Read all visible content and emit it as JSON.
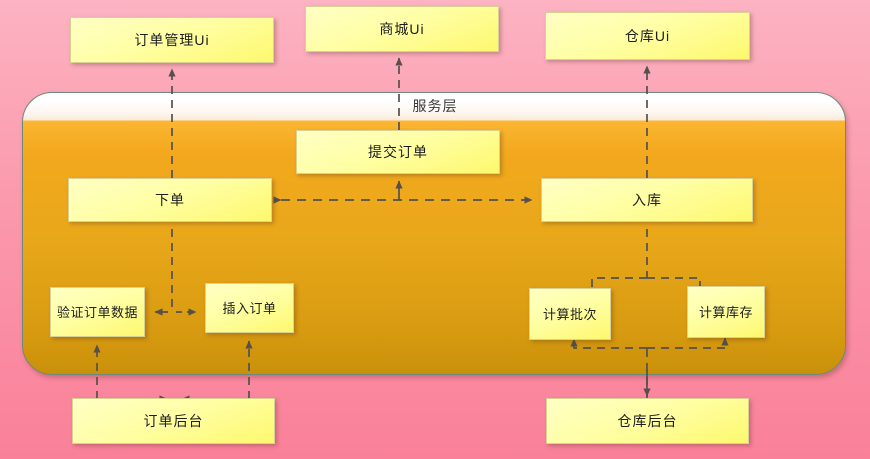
{
  "diagram": {
    "title": "服务层",
    "layer_label": "服务层"
  },
  "nodes": {
    "order_ui": "订单管理Ui",
    "mall_ui": "商城Ui",
    "store_ui": "仓库Ui",
    "submit_order": "提交订单",
    "place_order": "下单",
    "stock_in": "入库",
    "validate_order_data": "验证订单数据",
    "insert_order": "插入订单",
    "calc_batch": "计算批次",
    "calc_stock": "计算库存",
    "order_backend": "订单后台",
    "store_backend": "仓库后台"
  },
  "colors": {
    "background_pink_top": "#FCB3C2",
    "background_pink_bottom": "#FA8099",
    "container_orange_top": "#FBB632",
    "container_orange_bottom": "#C8900A",
    "container_border": "#6E8A7A",
    "container_header": "#FFFFFF",
    "node_yellow_light": "#FFFFC4",
    "node_yellow_dark": "#FDF86E",
    "node_border": "#D9D092",
    "connector": "#5A5048",
    "text": "#1D1D1D"
  },
  "edges": [
    {
      "from": "place_order",
      "to": "order_ui",
      "style": "dashed",
      "direction": "up"
    },
    {
      "from": "submit_order",
      "to": "mall_ui",
      "style": "dashed",
      "direction": "up"
    },
    {
      "from": "stock_in",
      "to": "store_ui",
      "style": "dashed",
      "direction": "up"
    },
    {
      "from": "place_order",
      "to": "stock_in",
      "style": "dashed",
      "direction": "both"
    },
    {
      "from": "place_order_link",
      "to": "submit_order",
      "style": "solid",
      "direction": "up"
    },
    {
      "from": "place_order",
      "to": "validate_order_data",
      "style": "dashed",
      "direction": "down-split-left"
    },
    {
      "from": "place_order",
      "to": "insert_order",
      "style": "dashed",
      "direction": "down-split-right"
    },
    {
      "from": "order_backend",
      "to": "validate_order_data",
      "style": "dashed",
      "direction": "up"
    },
    {
      "from": "order_backend",
      "to": "insert_order",
      "style": "dashed",
      "direction": "up"
    },
    {
      "from": "stock_in",
      "to": "calc_batch",
      "style": "dashed",
      "direction": "down-split-left"
    },
    {
      "from": "stock_in",
      "to": "calc_stock",
      "style": "dashed",
      "direction": "down-split-right"
    },
    {
      "from": "calc_batch",
      "to": "store_backend",
      "style": "dashed",
      "direction": "down"
    },
    {
      "from": "calc_stock",
      "to": "store_backend",
      "style": "dashed",
      "direction": "down"
    }
  ]
}
